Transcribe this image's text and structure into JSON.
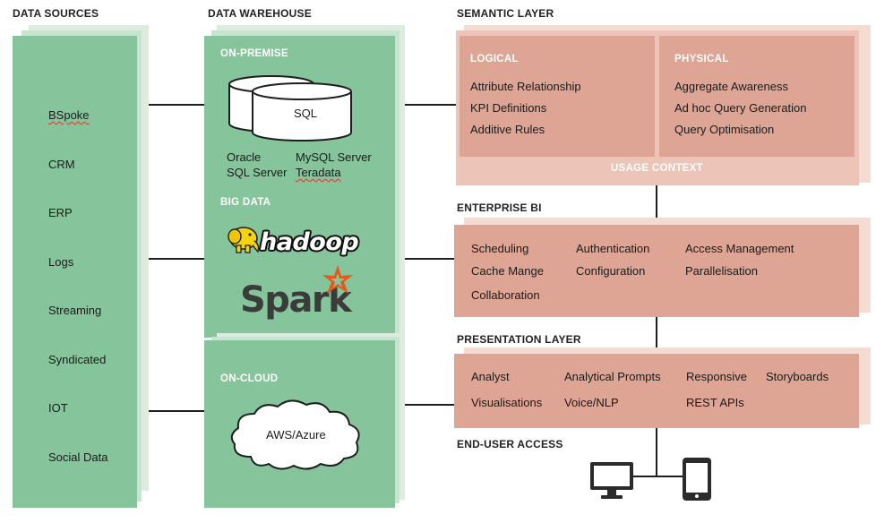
{
  "headers": {
    "data_sources": "DATA SOURCES",
    "data_warehouse": "DATA WAREHOUSE",
    "semantic_layer": "SEMANTIC LAYER",
    "enterprise_bi": "ENTERPRISE BI",
    "presentation_layer": "PRESENTATION LAYER",
    "end_user_access": "END-USER ACCESS"
  },
  "data_sources": [
    "BSpoke",
    "CRM",
    "ERP",
    "Logs",
    "Streaming",
    "Syndicated",
    "IOT",
    "Social Data"
  ],
  "warehouse": {
    "on_premise_label": "ON-PREMISE",
    "sql_label": "SQL",
    "databases": [
      "Oracle",
      "SQL Server",
      "MySQL Server",
      "Teradata"
    ],
    "big_data_label": "BIG DATA",
    "hadoop_logo": "hadoop",
    "spark_logo": "Spark",
    "on_cloud_label": "ON-CLOUD",
    "cloud_label": "AWS/Azure"
  },
  "semantic": {
    "logical_label": "LOGICAL",
    "logical_items": [
      "Attribute Relationship",
      "KPI Definitions",
      "Additive Rules"
    ],
    "physical_label": "PHYSICAL",
    "physical_items": [
      "Aggregate Awareness",
      "Ad hoc Query Generation",
      "Query Optimisation"
    ],
    "usage_context": "USAGE CONTEXT"
  },
  "enterprise_bi_items": [
    "Scheduling",
    "Authentication",
    "Access Management",
    "Cache Mange",
    "Configuration",
    "Parallelisation",
    "Collaboration"
  ],
  "presentation_items": [
    "Analyst",
    "Analytical Prompts",
    "Responsive",
    "Storyboards",
    "Visualisations",
    "Voice/NLP",
    "REST APIs"
  ],
  "icons": {
    "desktop": "desktop-monitor-icon",
    "mobile": "mobile-phone-icon",
    "database": "database-cylinder-icon",
    "cloud": "cloud-icon",
    "elephant": "hadoop-elephant-icon",
    "star": "spark-star-icon"
  },
  "colors": {
    "green": "#86c59b",
    "green_shadow": "#dcecdf",
    "rose": "#dea595",
    "rose_light": "#ecc4b8",
    "rose_shadow": "#f4dcd3",
    "spark_star": "#e25a1c",
    "elephant": "#f5d313"
  }
}
